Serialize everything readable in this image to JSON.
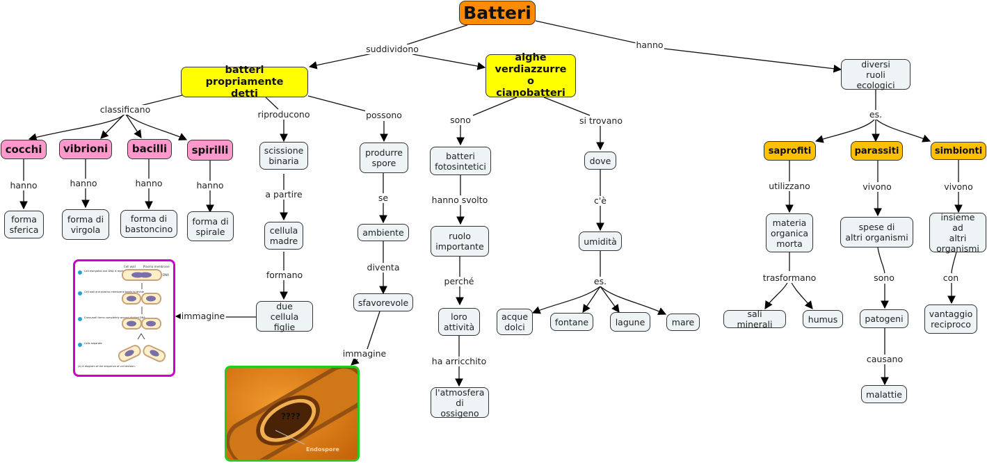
{
  "title": "Batteri",
  "colors": {
    "root": "#ff8c00",
    "category": "#ffff00",
    "shape_type": "#ff99cc",
    "ecological_role": "#ffc000",
    "concept": "#eef3f5",
    "image1_border": "#cc00cc",
    "image2_border": "#22cc22"
  },
  "nodes": {
    "batteri": "Batteri",
    "batteri_propriamente_detti": "batteri propriamente\ndetti",
    "alghe": "alghe\nverdiazzurre o\ncianobatteri",
    "diversi_ruoli": "diversi\nruoli ecologici",
    "cocchi": "cocchi",
    "vibrioni": "vibrioni",
    "bacilli": "bacilli",
    "spirilli": "spirilli",
    "forma_sferica": "forma\nsferica",
    "forma_virgola": "forma di\nvirgola",
    "forma_bastoncino": "forma di\nbastoncino",
    "forma_spirale": "forma di\nspirale",
    "scissione_binaria": "scissione\nbinaria",
    "cellula_madre": "cellula\nmadre",
    "due_cellule_figlie": "due cellula\nfiglie",
    "produrre_spore": "produrre\nspore",
    "ambiente": "ambiente",
    "sfavorevole": "sfavorevole",
    "batteri_fotosintetici": "batteri\nfotosintetici",
    "ruolo_importante": "ruolo\nimportante",
    "loro_attivita": "loro\nattività",
    "atmosfera_ossigeno": "l'atmosfera\ndi ossigeno",
    "dove": "dove",
    "umidita": "umidità",
    "acque_dolci": "acque\ndolci",
    "fontane": "fontane",
    "lagune": "lagune",
    "mare": "mare",
    "saprofiti": "saprofiti",
    "parassiti": "parassiti",
    "simbionti": "simbionti",
    "materia_organica": "materia\norganica\nmorta",
    "spese_organismi": "spese di\naltri organismi",
    "insieme_organismi": "insieme ad\naltri\norganismi",
    "sali_minerali": "sali minerali",
    "humus": "humus",
    "patogeni": "patogeni",
    "malattie": "malattie",
    "vantaggio_reciproco": "vantaggio\nreciproco"
  },
  "links": {
    "suddividono": "suddividono",
    "hanno_root": "hanno",
    "classificano": "classificano",
    "riproducono": "riproducono",
    "possono": "possono",
    "hanno1": "hanno",
    "hanno2": "hanno",
    "hanno3": "hanno",
    "hanno4": "hanno",
    "a_partire": "a partire",
    "formano": "formano",
    "immagine1": "immagine",
    "se": "se",
    "diventa": "diventa",
    "immagine2": "immagine",
    "sono": "sono",
    "hanno_svolto": "hanno svolto",
    "perche": "perché",
    "ha_arricchito": "ha arricchito",
    "si_trovano": "si trovano",
    "ce": "c'è",
    "es_umidita": "es.",
    "es_ruoli": "es.",
    "utilizzano": "utilizzano",
    "vivono1": "vivono",
    "vivono2": "vivono",
    "trasformano": "trasformano",
    "sono2": "sono",
    "con": "con",
    "causano": "causano"
  },
  "images": {
    "cell_division": {
      "steps": [
        "Cell elongates and DNA is replicated",
        "Cell wall and plasma membrane begin to divide",
        "Cross-wall forms completely around divided DNA",
        "Cells separate"
      ],
      "labels": [
        "Cell wall",
        "Plasma membrane",
        "DNA"
      ],
      "caption": "(a) A diagram of the sequence of cell division."
    },
    "endospore": {
      "question": "????",
      "label": "Endospore"
    }
  }
}
